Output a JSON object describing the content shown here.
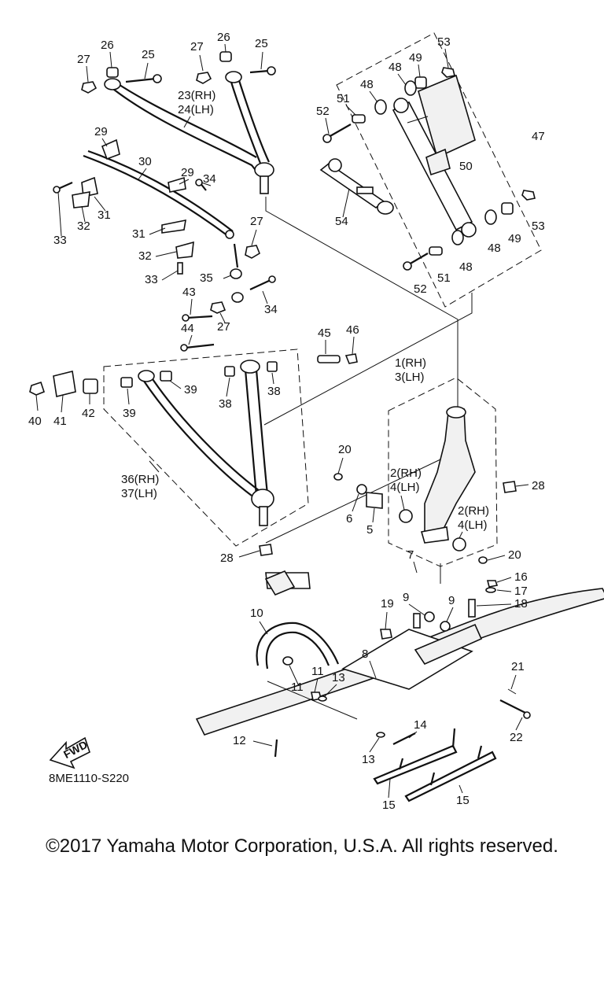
{
  "diagram": {
    "drawing_code": "8ME1110-S220",
    "fwd_label": "FWD",
    "copyright": "©2017 Yamaha Motor Corporation, U.S.A. All rights reserved.",
    "callouts": [
      {
        "id": "c27a",
        "text": "27"
      },
      {
        "id": "c26a",
        "text": "26"
      },
      {
        "id": "c25a",
        "text": "25"
      },
      {
        "id": "c27b",
        "text": "27"
      },
      {
        "id": "c26b",
        "text": "26"
      },
      {
        "id": "c25b",
        "text": "25"
      },
      {
        "id": "c23",
        "text": "23(RH)"
      },
      {
        "id": "c24",
        "text": "24(LH)"
      },
      {
        "id": "c53a",
        "text": "53"
      },
      {
        "id": "c49a",
        "text": "49"
      },
      {
        "id": "c48a",
        "text": "48"
      },
      {
        "id": "c48b",
        "text": "48"
      },
      {
        "id": "c51a",
        "text": "51"
      },
      {
        "id": "c52a",
        "text": "52"
      },
      {
        "id": "c47",
        "text": "47"
      },
      {
        "id": "c50",
        "text": "50"
      },
      {
        "id": "c29a",
        "text": "29"
      },
      {
        "id": "c30",
        "text": "30"
      },
      {
        "id": "c29b",
        "text": "29"
      },
      {
        "id": "c34a",
        "text": "34"
      },
      {
        "id": "c31a",
        "text": "31"
      },
      {
        "id": "c32a",
        "text": "32"
      },
      {
        "id": "c33a",
        "text": "33"
      },
      {
        "id": "c54",
        "text": "54"
      },
      {
        "id": "c27c",
        "text": "27"
      },
      {
        "id": "c31b",
        "text": "31"
      },
      {
        "id": "c32b",
        "text": "32"
      },
      {
        "id": "c33b",
        "text": "33"
      },
      {
        "id": "c53b",
        "text": "53"
      },
      {
        "id": "c49b",
        "text": "49"
      },
      {
        "id": "c48c",
        "text": "48"
      },
      {
        "id": "c48d",
        "text": "48"
      },
      {
        "id": "c51b",
        "text": "51"
      },
      {
        "id": "c52b",
        "text": "52"
      },
      {
        "id": "c35",
        "text": "35"
      },
      {
        "id": "c34b",
        "text": "34"
      },
      {
        "id": "c43",
        "text": "43"
      },
      {
        "id": "c27d",
        "text": "27"
      },
      {
        "id": "c44",
        "text": "44"
      },
      {
        "id": "c45",
        "text": "45"
      },
      {
        "id": "c46",
        "text": "46"
      },
      {
        "id": "c1",
        "text": "1(RH)"
      },
      {
        "id": "c3",
        "text": "3(LH)"
      },
      {
        "id": "c40",
        "text": "40"
      },
      {
        "id": "c41",
        "text": "41"
      },
      {
        "id": "c42",
        "text": "42"
      },
      {
        "id": "c39a",
        "text": "39"
      },
      {
        "id": "c39b",
        "text": "39"
      },
      {
        "id": "c38a",
        "text": "38"
      },
      {
        "id": "c38b",
        "text": "38"
      },
      {
        "id": "c20a",
        "text": "20"
      },
      {
        "id": "c28a",
        "text": "28"
      },
      {
        "id": "c2a",
        "text": "2(RH)"
      },
      {
        "id": "c4a",
        "text": "4(LH)"
      },
      {
        "id": "c2b",
        "text": "2(RH)"
      },
      {
        "id": "c4b",
        "text": "4(LH)"
      },
      {
        "id": "c6",
        "text": "6"
      },
      {
        "id": "c5",
        "text": "5"
      },
      {
        "id": "c36",
        "text": "36(RH)"
      },
      {
        "id": "c37",
        "text": "37(LH)"
      },
      {
        "id": "c28b",
        "text": "28"
      },
      {
        "id": "c20b",
        "text": "20"
      },
      {
        "id": "c7",
        "text": "7"
      },
      {
        "id": "c16",
        "text": "16"
      },
      {
        "id": "c17",
        "text": "17"
      },
      {
        "id": "c18",
        "text": "18"
      },
      {
        "id": "c19",
        "text": "19"
      },
      {
        "id": "c9a",
        "text": "9"
      },
      {
        "id": "c9b",
        "text": "9"
      },
      {
        "id": "c10",
        "text": "10"
      },
      {
        "id": "c8",
        "text": "8"
      },
      {
        "id": "c11a",
        "text": "11"
      },
      {
        "id": "c11b",
        "text": "11"
      },
      {
        "id": "c13a",
        "text": "13"
      },
      {
        "id": "c21",
        "text": "21"
      },
      {
        "id": "c22",
        "text": "22"
      },
      {
        "id": "c12",
        "text": "12"
      },
      {
        "id": "c14",
        "text": "14"
      },
      {
        "id": "c13b",
        "text": "13"
      },
      {
        "id": "c15a",
        "text": "15"
      },
      {
        "id": "c15b",
        "text": "15"
      }
    ]
  }
}
